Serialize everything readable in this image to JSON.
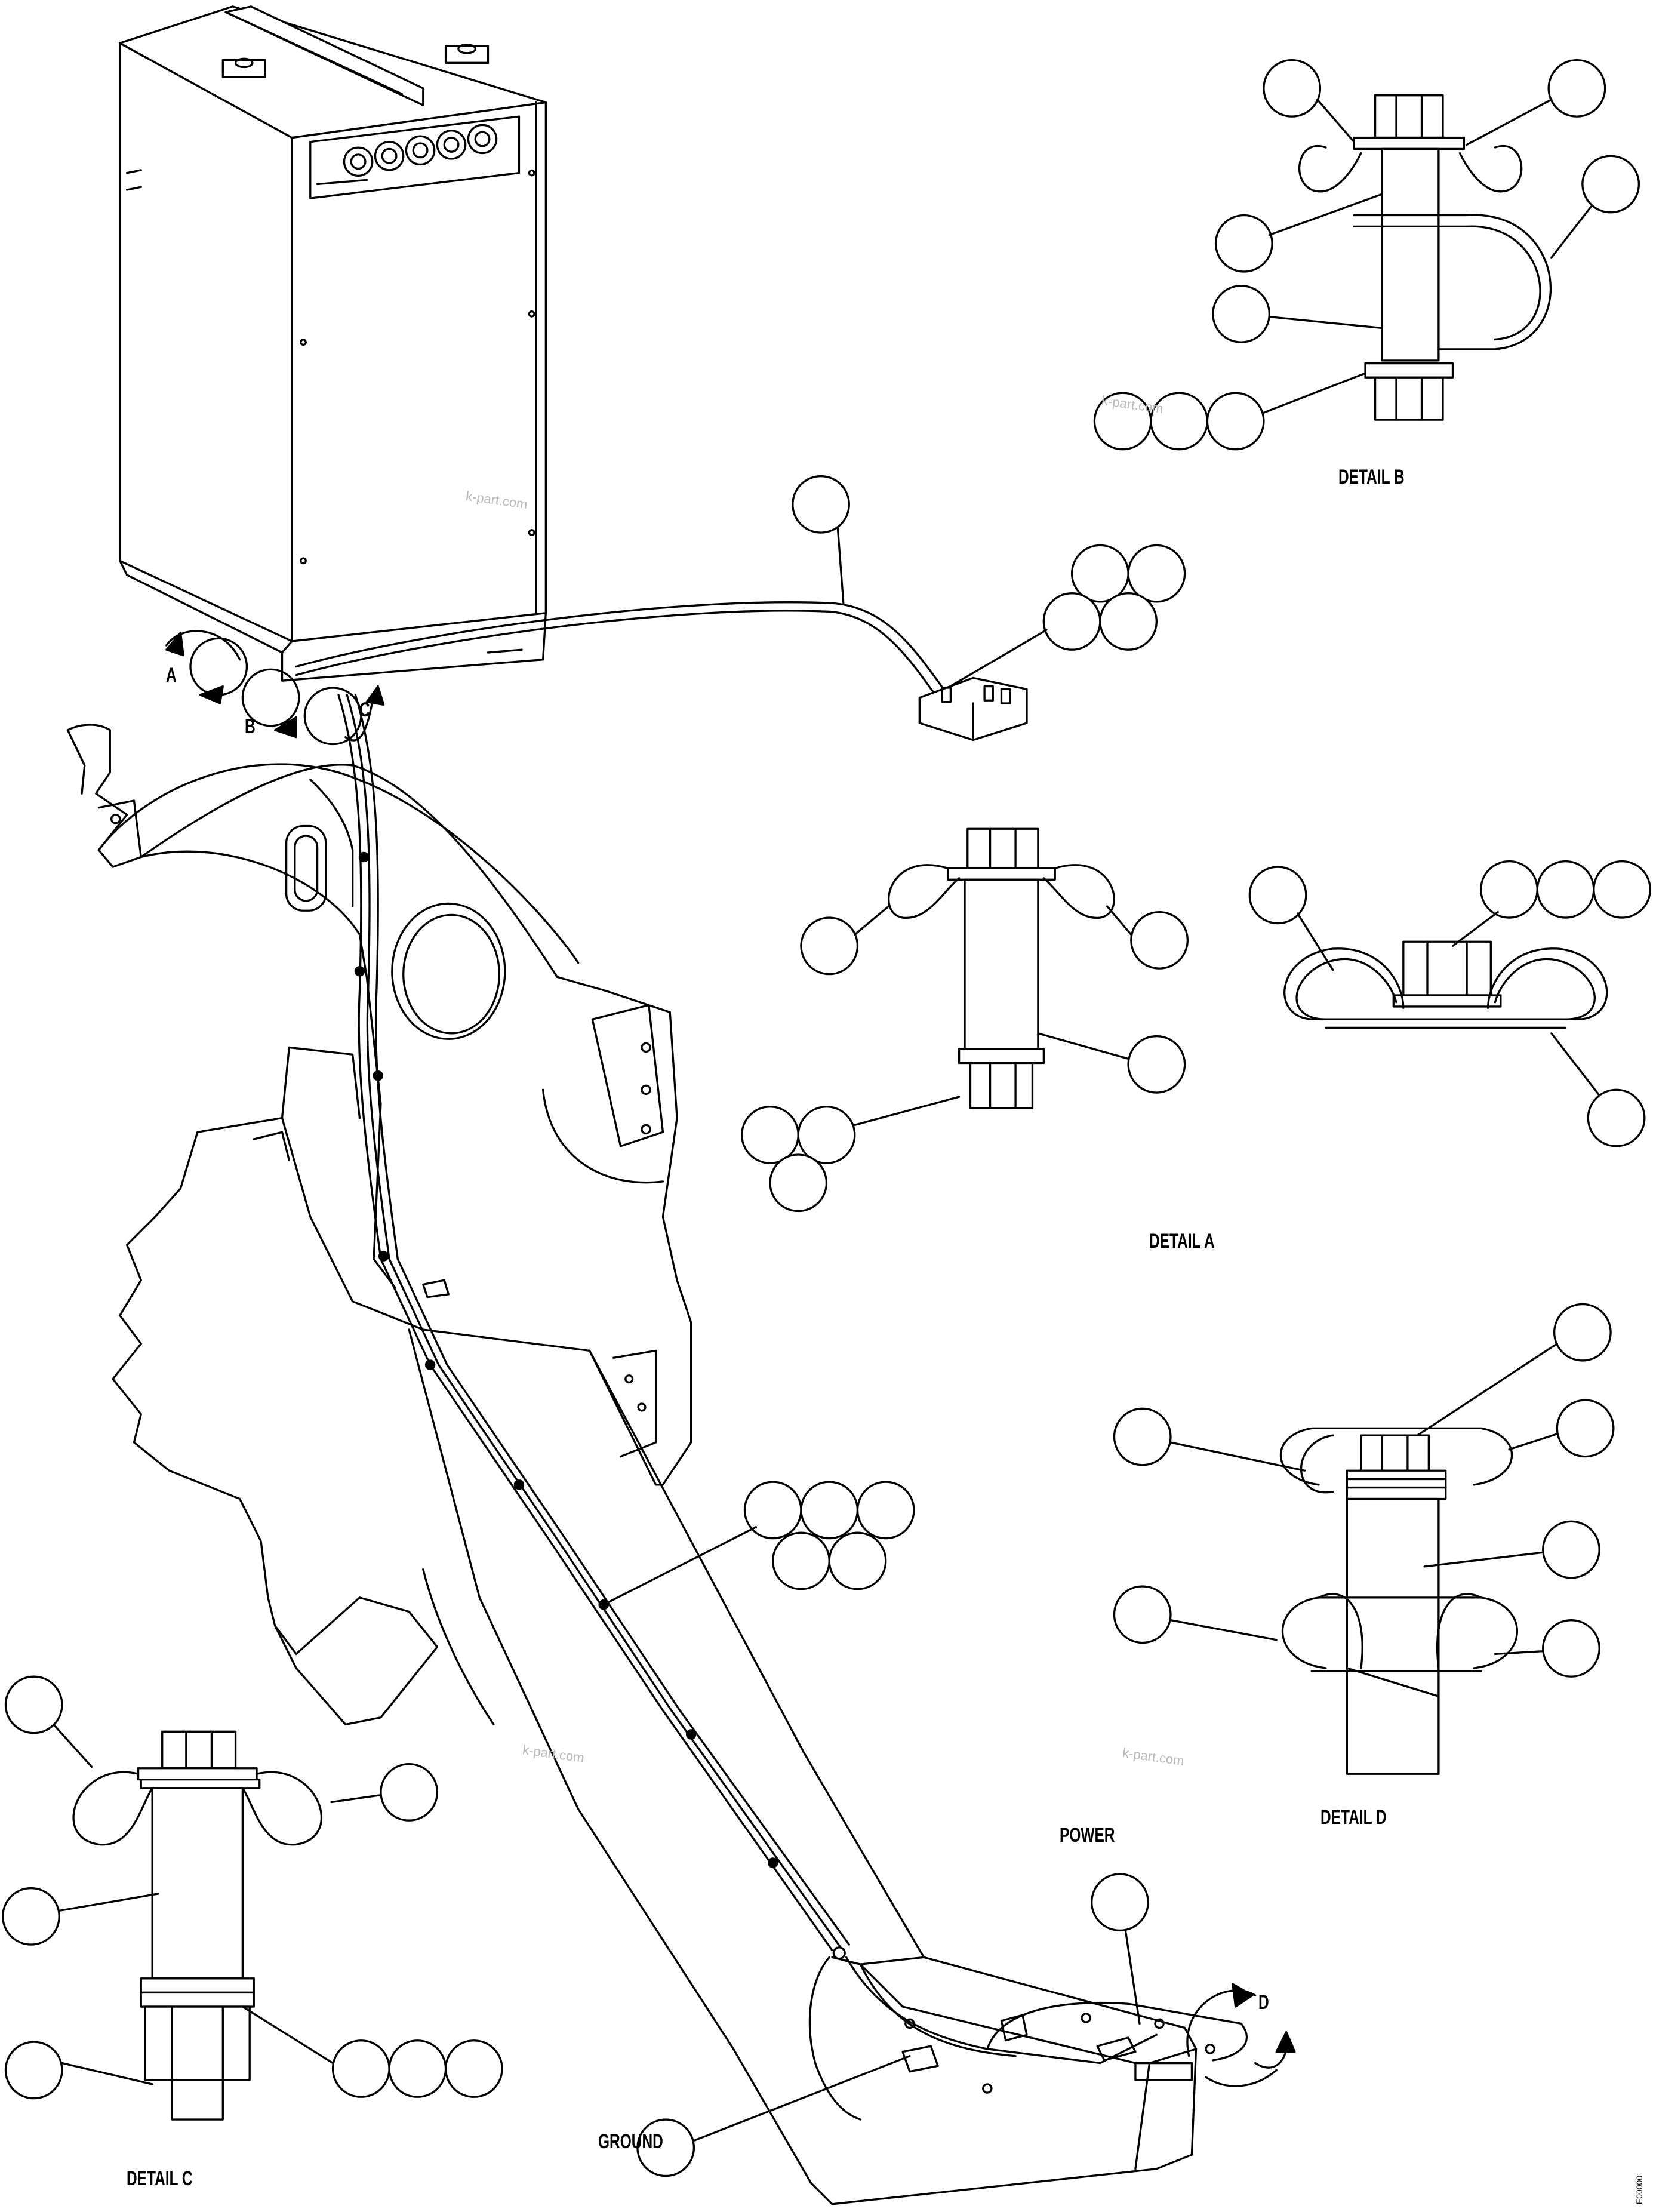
{
  "labels": {
    "detail_a": "DETAIL A",
    "detail_b": "DETAIL B",
    "detail_c": "DETAIL C",
    "detail_d": "DETAIL D",
    "power": "POWER",
    "ground": "GROUND",
    "view_a": "A",
    "view_b": "B",
    "view_c": "C",
    "view_d": "D"
  },
  "watermark": "k-part.com",
  "corner_code": "E00000",
  "colors": {
    "line": "#000000",
    "paper": "#ffffff",
    "watermark": "#b8b8b8"
  }
}
